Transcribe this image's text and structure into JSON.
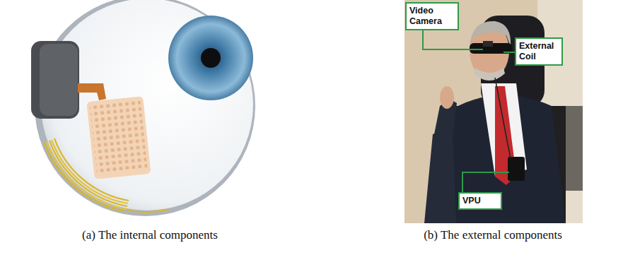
{
  "diagram": {
    "nodes": [
      {
        "text": [
          "Video Camera"
        ]
      },
      {
        "text": [
          "External Coil"
        ]
      },
      {
        "text": [
          "VPU"
        ]
      }
    ],
    "edges": [],
    "labels": [
      "(a) The internal components",
      "(b) The external components"
    ]
  }
}
